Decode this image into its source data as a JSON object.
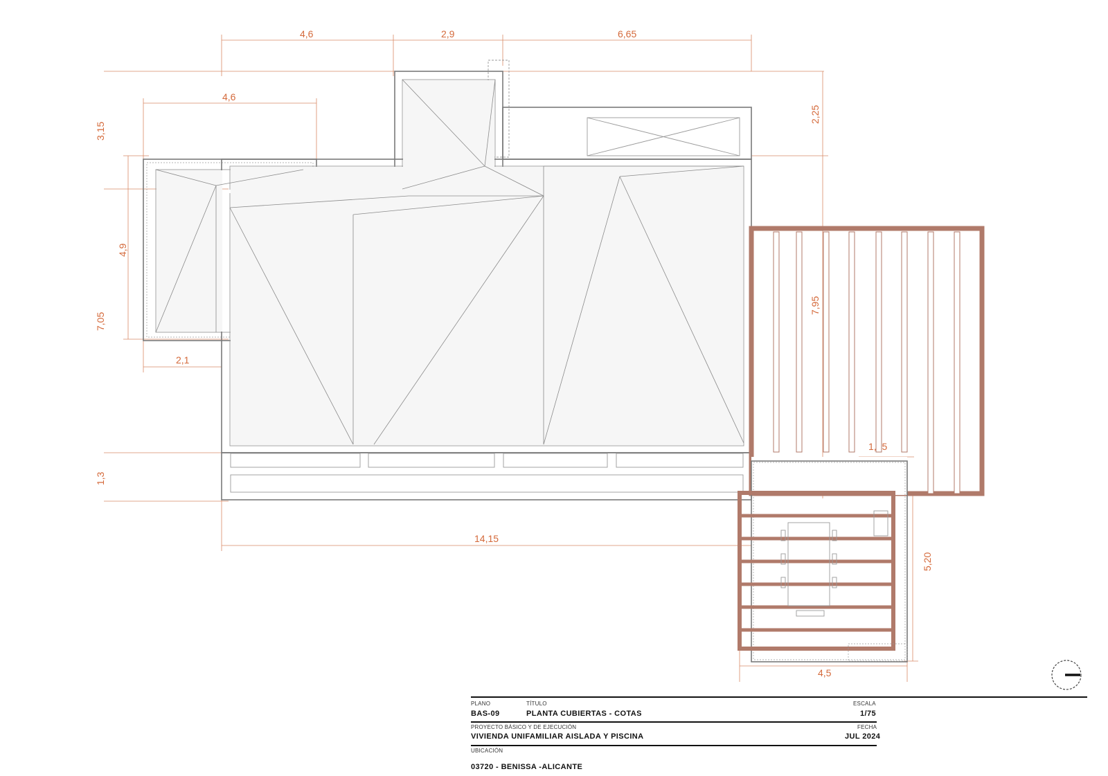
{
  "dimensions": {
    "top_a": "4,6",
    "top_b": "2,9",
    "top_c": "6,65",
    "left_wing_width": "4,6",
    "left_top": "3,15",
    "left_wing_height": "4,9",
    "left_total": "7,05",
    "left_wing_offset": "2,1",
    "right_top": "2,25",
    "pergola_height": "7,95",
    "left_bottom": "1,3",
    "total_width": "14,15",
    "annex_offset": "1,25",
    "annex_height": "5,20",
    "annex_width": "4,5"
  },
  "title_block": {
    "plano_label": "PLANO",
    "plano_value": "BAS-09",
    "titulo_label": "TÍTULO",
    "titulo_value": "PLANTA CUBIERTAS - COTAS",
    "escala_label": "ESCALA",
    "escala_value": "1/75",
    "proyecto_label": "PROYECTO BÁSICO Y DE EJECUCIÓN",
    "proyecto_value": "VIVIENDA UNIFAMILIAR AISLADA Y PISCINA",
    "fecha_label": "FECHA",
    "fecha_value": "JUL 2024",
    "ubicacion_label": "UBICACIÓN",
    "ubicacion_value": "03720 - BENISSA -ALICANTE"
  },
  "colors": {
    "dimension": "#d4693a",
    "wall": "#7a7a7a",
    "pergola": "#b07a6a"
  }
}
